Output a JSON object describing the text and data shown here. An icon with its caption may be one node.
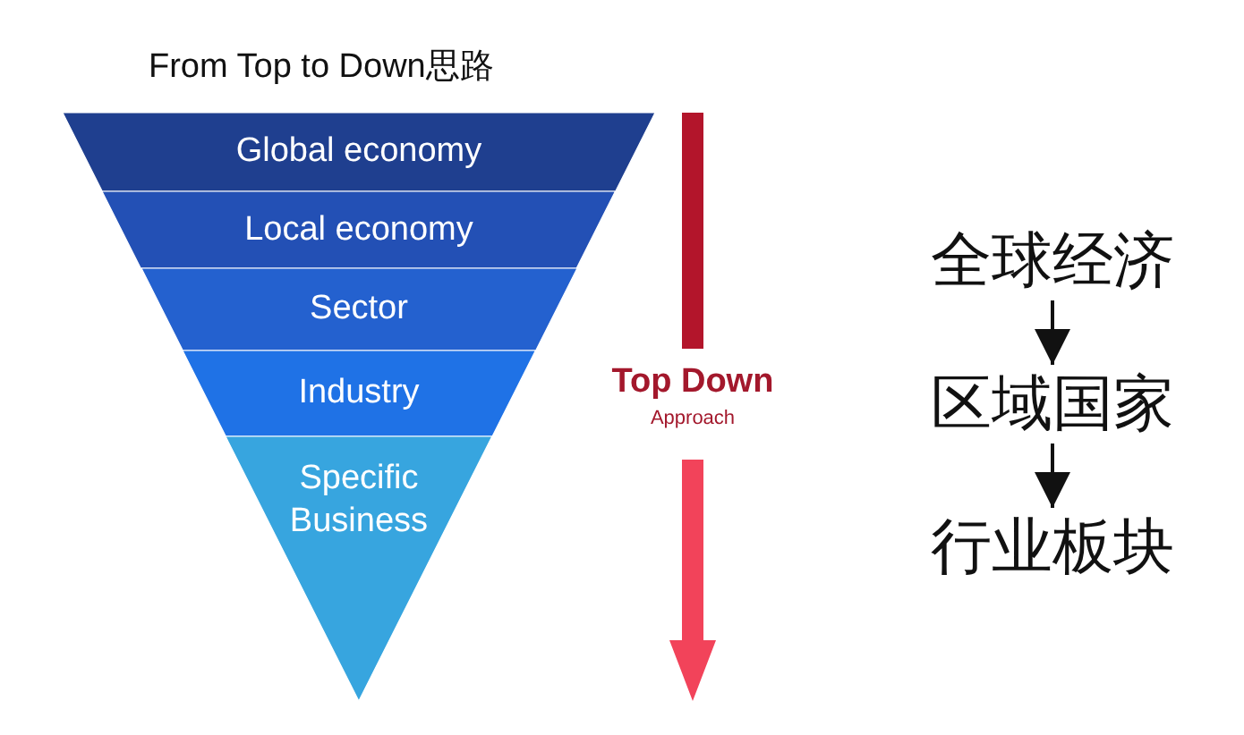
{
  "diagram": {
    "title": "From Top to Down思路",
    "nodes": [
      {
        "text": [
          "Global economy"
        ]
      },
      {
        "text": [
          "Local economy"
        ]
      },
      {
        "text": [
          "Sector"
        ]
      },
      {
        "text": [
          "Industry"
        ]
      },
      {
        "text": [
          "Specific Business"
        ]
      },
      {
        "text": [
          "全球经济"
        ]
      },
      {
        "text": [
          "区域国家"
        ]
      },
      {
        "text": [
          "行业板块"
        ]
      }
    ],
    "edges": [
      {
        "from": 5,
        "to": 6,
        "arrow": "to"
      },
      {
        "from": 6,
        "to": 7,
        "arrow": "to"
      }
    ],
    "labels": [
      "Top Down",
      "Approach"
    ]
  }
}
